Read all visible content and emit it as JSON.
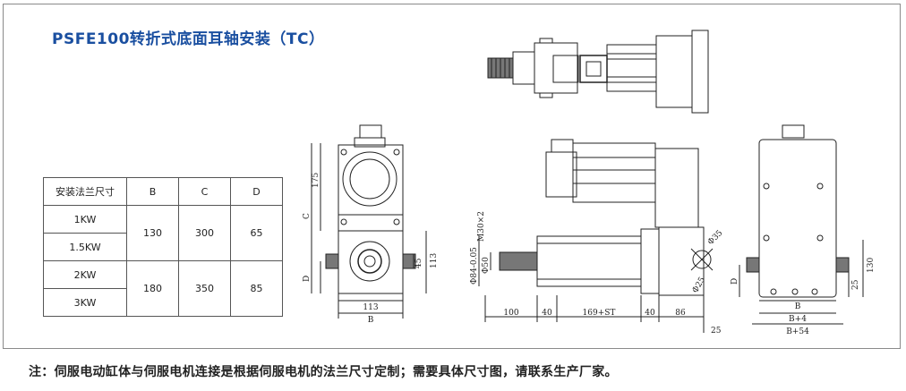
{
  "title": "PSFE100转折式底面耳轴安装（TC）",
  "table": {
    "headers": [
      "安装法兰尺寸",
      "B",
      "C",
      "D"
    ],
    "rows": [
      {
        "power": "1KW"
      },
      {
        "power": "1.5KW"
      },
      {
        "power": "2KW"
      },
      {
        "power": "3KW"
      }
    ],
    "groups": [
      {
        "B": "130",
        "C": "300",
        "D": "65"
      },
      {
        "B": "180",
        "C": "350",
        "D": "85"
      }
    ]
  },
  "dims": {
    "front": {
      "w113": "113",
      "B": "B",
      "C": "C",
      "d175": "175",
      "D": "D",
      "d45": "45",
      "d113": "113"
    },
    "side": {
      "d100": "100",
      "d40a": "40",
      "st": "169+ST",
      "d40b": "40",
      "d86": "86",
      "d25": "25",
      "m30": "M30×2",
      "phi84": "Φ84-0.05",
      "phi50": "Φ50",
      "phi35": "Φ35",
      "phi25": "Φ25"
    },
    "end": {
      "D": "D",
      "d130": "130",
      "d25": "25",
      "B": "B",
      "B4": "B+4",
      "B54": "B+54"
    }
  },
  "note": "注：伺服电动缸体与伺服电机连接是根据伺服电机的法兰尺寸定制；需要具体尺寸图，请联系生产厂家。"
}
